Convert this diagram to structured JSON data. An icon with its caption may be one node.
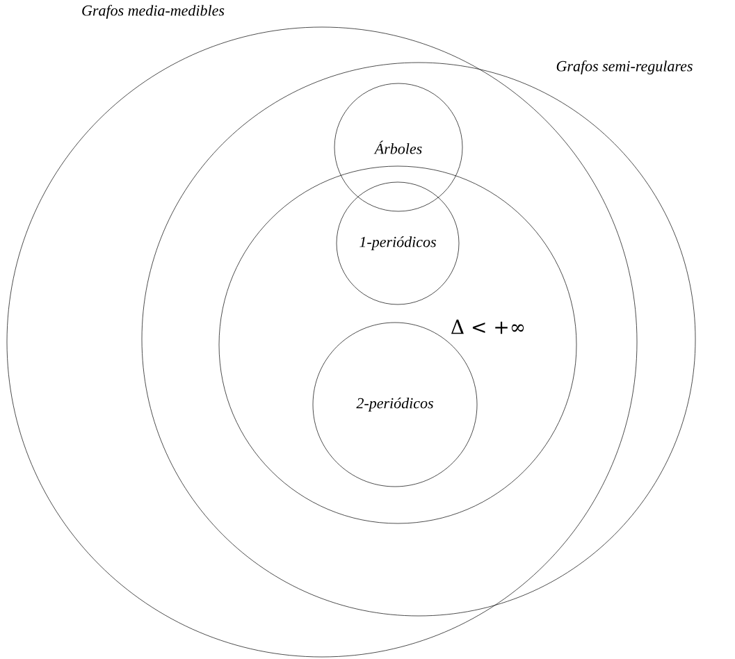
{
  "diagram": {
    "nodes": [
      {
        "text": [
          "Grafos media-medibles"
        ]
      },
      {
        "text": [
          "Grafos semi-regulares"
        ]
      },
      {
        "text": [
          "Δ < +∞"
        ],
        "in": 1
      },
      {
        "text": [
          "Árboles"
        ],
        "in": 1
      },
      {
        "text": [
          "1-periódicos"
        ],
        "in": 2
      },
      {
        "text": [
          "2-periódicos"
        ],
        "in": 2
      }
    ]
  }
}
